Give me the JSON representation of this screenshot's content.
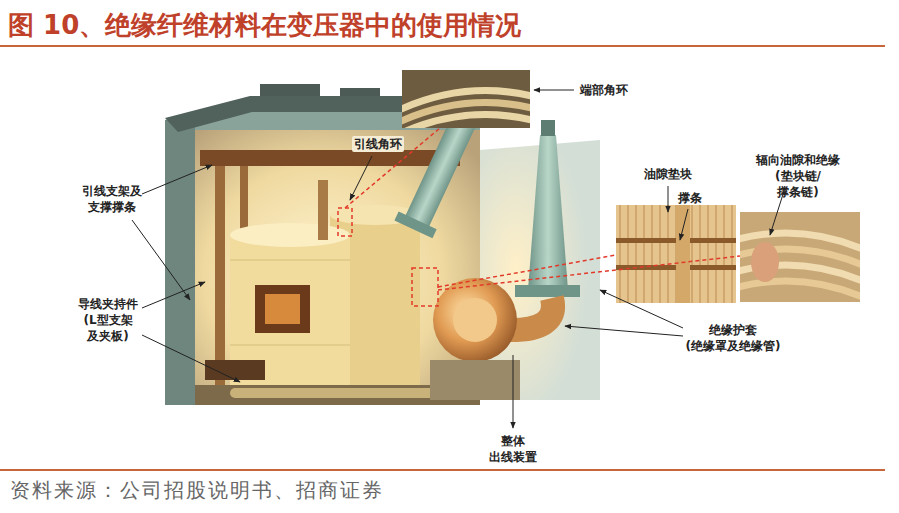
{
  "diagram": {
    "title": "图 10、绝缘纤维材料在变压器中的使用情况",
    "caption": "资料来源：公司招股说明书、招商证券",
    "labels": [
      "端部角环",
      "引线角环",
      "油隙垫块",
      "辐向油隙和绝缘 (垫块链/撑条链)",
      "引线支架及 支撑撑条",
      "撑条",
      "导线夹持件 (L型支架 及夹板)",
      "绝缘护套 (绝缘罩及绝缘管)",
      "整体 出线装置"
    ]
  }
}
